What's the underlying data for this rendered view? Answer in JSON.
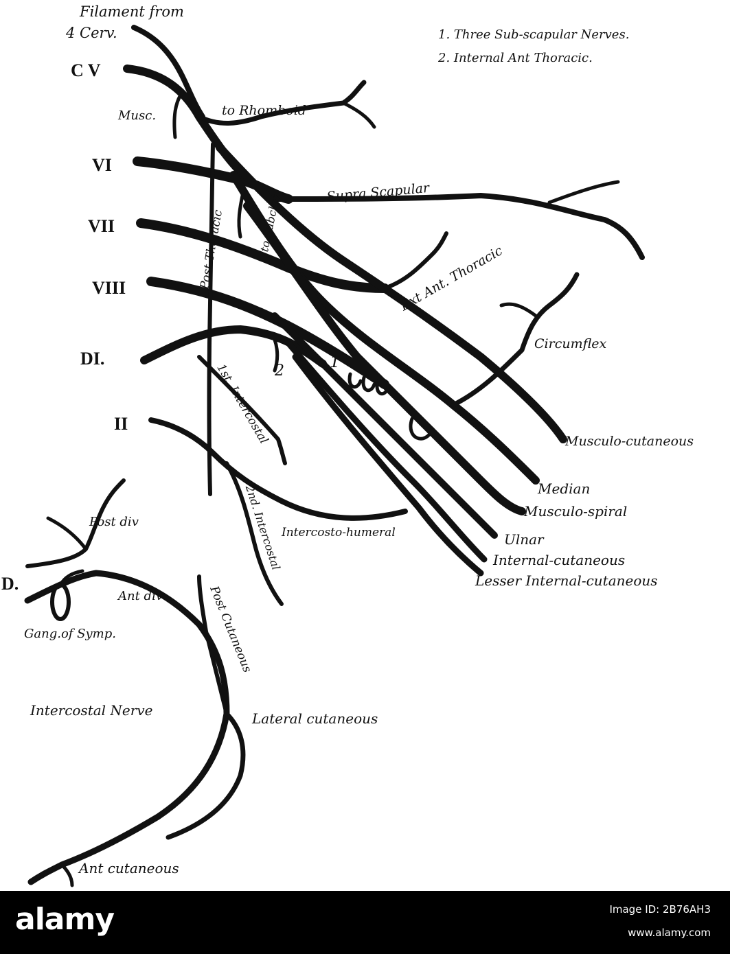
{
  "diagram": {
    "legend": {
      "line1": "1. Three Sub-scapular Nerves.",
      "line2": "2. Internal Ant Thoracic."
    },
    "roots": {
      "c5": "C V",
      "c6": "VI",
      "c7": "VII",
      "c8": "VIII",
      "d1": "DI.",
      "d2": "II",
      "d": "D."
    },
    "labels": {
      "filament": "Filament from",
      "cerv": "4 Cerv.",
      "musc": "Musc.",
      "rhomboid": "to Rhomboid",
      "supra_scapular": "Supra Scapular",
      "post_thoracic": "Post Thoracic",
      "to_subclav": "to Subclav",
      "ext_ant_thoracic": "Ext Ant. Thoracic",
      "circumflex": "Circumflex",
      "first_intercostal": "1st. Intercostal",
      "num1": "1",
      "num2": "2",
      "musculo_cutaneous": "Musculo-cutaneous",
      "median": "Median",
      "musculo_spiral": "Musculo-spiral",
      "ulnar": "Ulnar",
      "internal_cutaneous": "Internal-cutaneous",
      "lesser_internal_cutaneous": "Lesser Internal-cutaneous",
      "intercosto_humeral": "Intercosto-humeral",
      "second_intercostal": "2nd. Intercostal",
      "post_div": "Post div",
      "ant_div": "Ant div",
      "gang_symp": "Gang.of Symp.",
      "post_cutaneous": "Post Cutaneous",
      "intercostal_nerve": "Intercostal Nerve",
      "lateral_cutaneous": "Lateral cutaneous",
      "ant_cutaneous": "Ant cutaneous"
    }
  },
  "footer": {
    "logo": "alamy",
    "stock_id": "Image ID: 2B76AH3",
    "url": "www.alamy.com"
  },
  "colors": {
    "ink": "#111111",
    "background": "#ffffff",
    "footer": "#000000"
  }
}
